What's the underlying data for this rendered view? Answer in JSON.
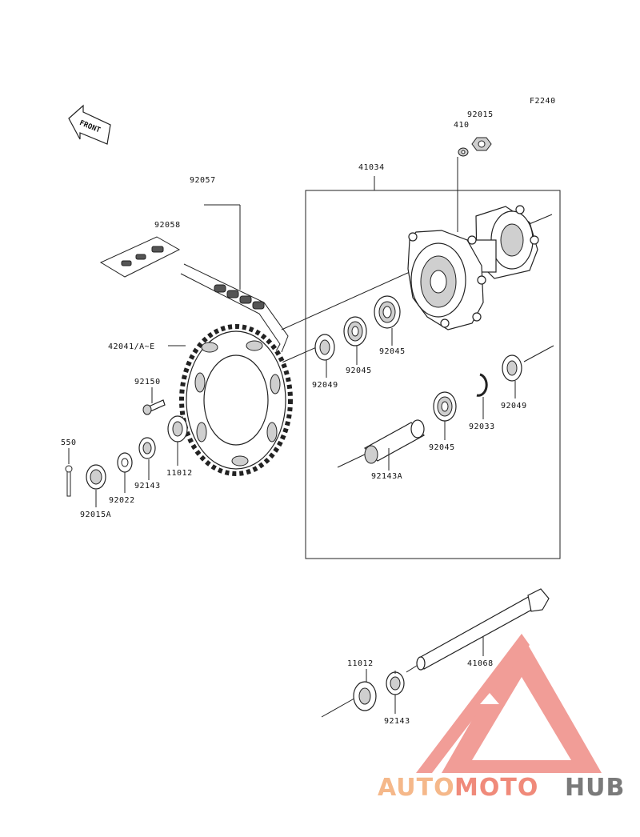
{
  "figure_code": "F2240",
  "front_label": "FRONT",
  "watermark": {
    "text_a": "AUTO",
    "text_b": "MOTO",
    "text_c": "HUB",
    "color_a": "#f5b88a",
    "color_b": "#f08a7a",
    "color_c": "#7a7a7a",
    "triangle_color": "#ef8c86"
  },
  "parts": {
    "p92015": "92015",
    "p410": "410",
    "p41034": "41034",
    "p92057": "92057",
    "p92058": "92058",
    "p42041": "42041/A~E",
    "p92045_a": "92045",
    "p92045_b": "92045",
    "p92049_a": "92049",
    "p92150": "92150",
    "p92049_b": "92049",
    "p92033": "92033",
    "p92045_c": "92045",
    "p550": "550",
    "p11012_a": "11012",
    "p92143_a": "92143",
    "p92022": "92022",
    "p92015A": "92015A",
    "p92143A": "92143A",
    "p11012_b": "11012",
    "p41068": "41068",
    "p92143_b": "92143"
  }
}
